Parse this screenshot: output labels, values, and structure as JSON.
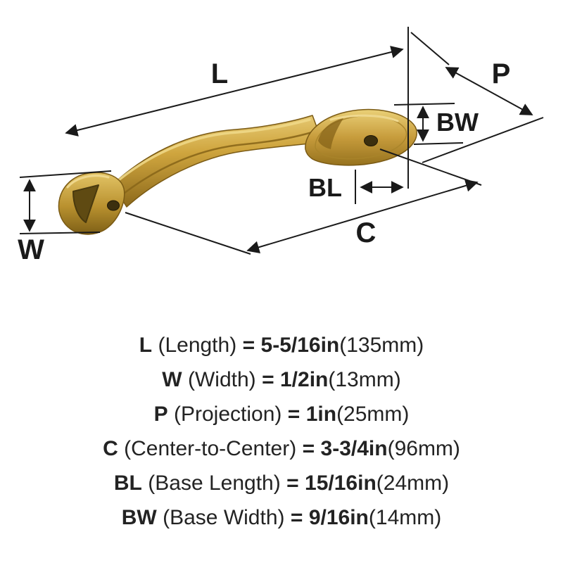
{
  "diagram": {
    "labels": {
      "l": "L",
      "w": "W",
      "p": "P",
      "c": "C",
      "bl": "BL",
      "bw": "BW"
    }
  },
  "colors": {
    "handle_gold": "#c79c3c",
    "handle_gold_light": "#f0d98a",
    "handle_gold_dark": "#8a671a",
    "dimension_line": "#1a1a1a",
    "text": "#232323"
  },
  "specs": [
    {
      "code": "L",
      "label": "(Length)",
      "equals": "=",
      "imperial": "5-5/16in",
      "metric": "(135mm)"
    },
    {
      "code": "W",
      "label": "(Width)",
      "equals": "=",
      "imperial": "1/2in",
      "metric": "(13mm)"
    },
    {
      "code": "P",
      "label": "(Projection)",
      "equals": "=",
      "imperial": "1in",
      "metric": "(25mm)"
    },
    {
      "code": "C",
      "label": "(Center-to-Center)",
      "equals": "=",
      "imperial": "3-3/4in",
      "metric": "(96mm)"
    },
    {
      "code": "BL",
      "label": "(Base Length)",
      "equals": "=",
      "imperial": "15/16in",
      "metric": "(24mm)"
    },
    {
      "code": "BW",
      "label": "(Base Width)",
      "equals": "=",
      "imperial": "9/16in",
      "metric": "(14mm)"
    }
  ]
}
